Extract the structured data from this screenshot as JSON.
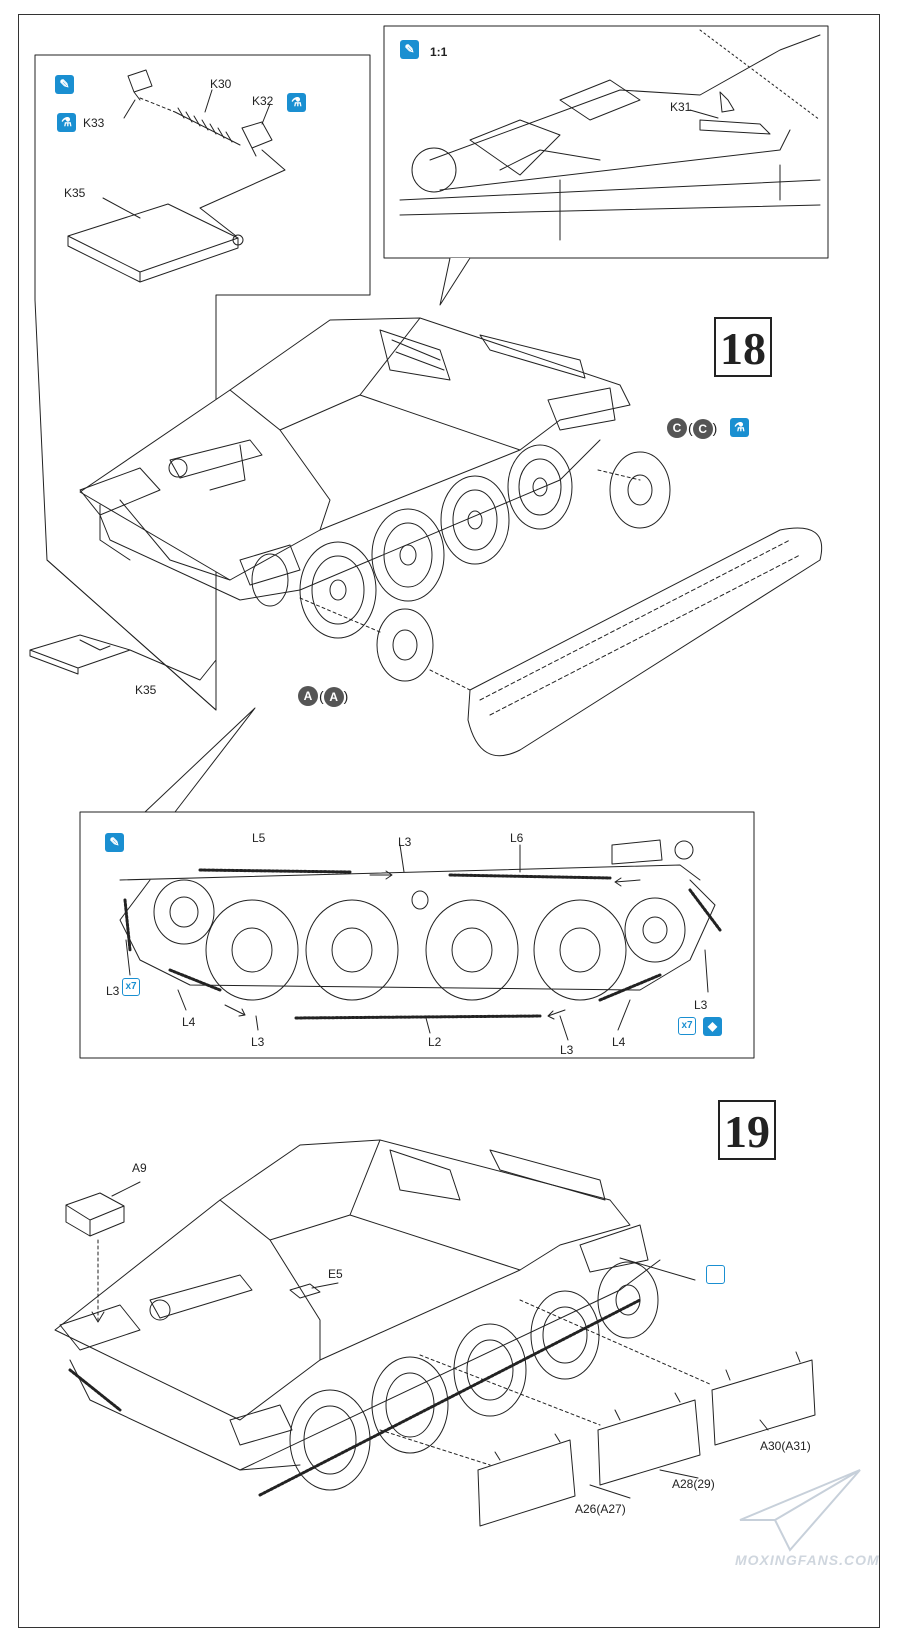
{
  "step_18": {
    "number": "18",
    "inset_top_left": {
      "labels": {
        "k30": "K30",
        "k32": "K32",
        "k33": "K33",
        "k35": "K35"
      }
    },
    "inset_top_right": {
      "scale": "1:1",
      "labels": {
        "k31": "K31"
      }
    },
    "main": {
      "labels": {
        "k35": "K35"
      },
      "wheel_badge_c": {
        "letter": "C",
        "letter_paren": "C"
      },
      "wheel_badge_a": {
        "letter": "A",
        "letter_paren": "A"
      }
    },
    "track_inset": {
      "labels": {
        "l5": "L5",
        "l3_top": "L3",
        "l6": "L6",
        "l3_left": "L3",
        "x7_left": "x7",
        "l4_left": "L4",
        "l3_bottom_left": "L3",
        "l2": "L2",
        "l3_bottom_right": "L3",
        "l4_right": "L4",
        "l3_right": "L3",
        "x7_right": "x7"
      }
    }
  },
  "step_19": {
    "number": "19",
    "labels": {
      "a9": "A9",
      "e5": "E5",
      "a26": "A26(A27)",
      "a28": "A28(29)",
      "a30": "A30(A31)"
    }
  },
  "watermark": "MOXINGFANS.COM",
  "colors": {
    "accent_blue": "#1a8fd1",
    "badge_grey": "#555555",
    "line": "#222222"
  }
}
